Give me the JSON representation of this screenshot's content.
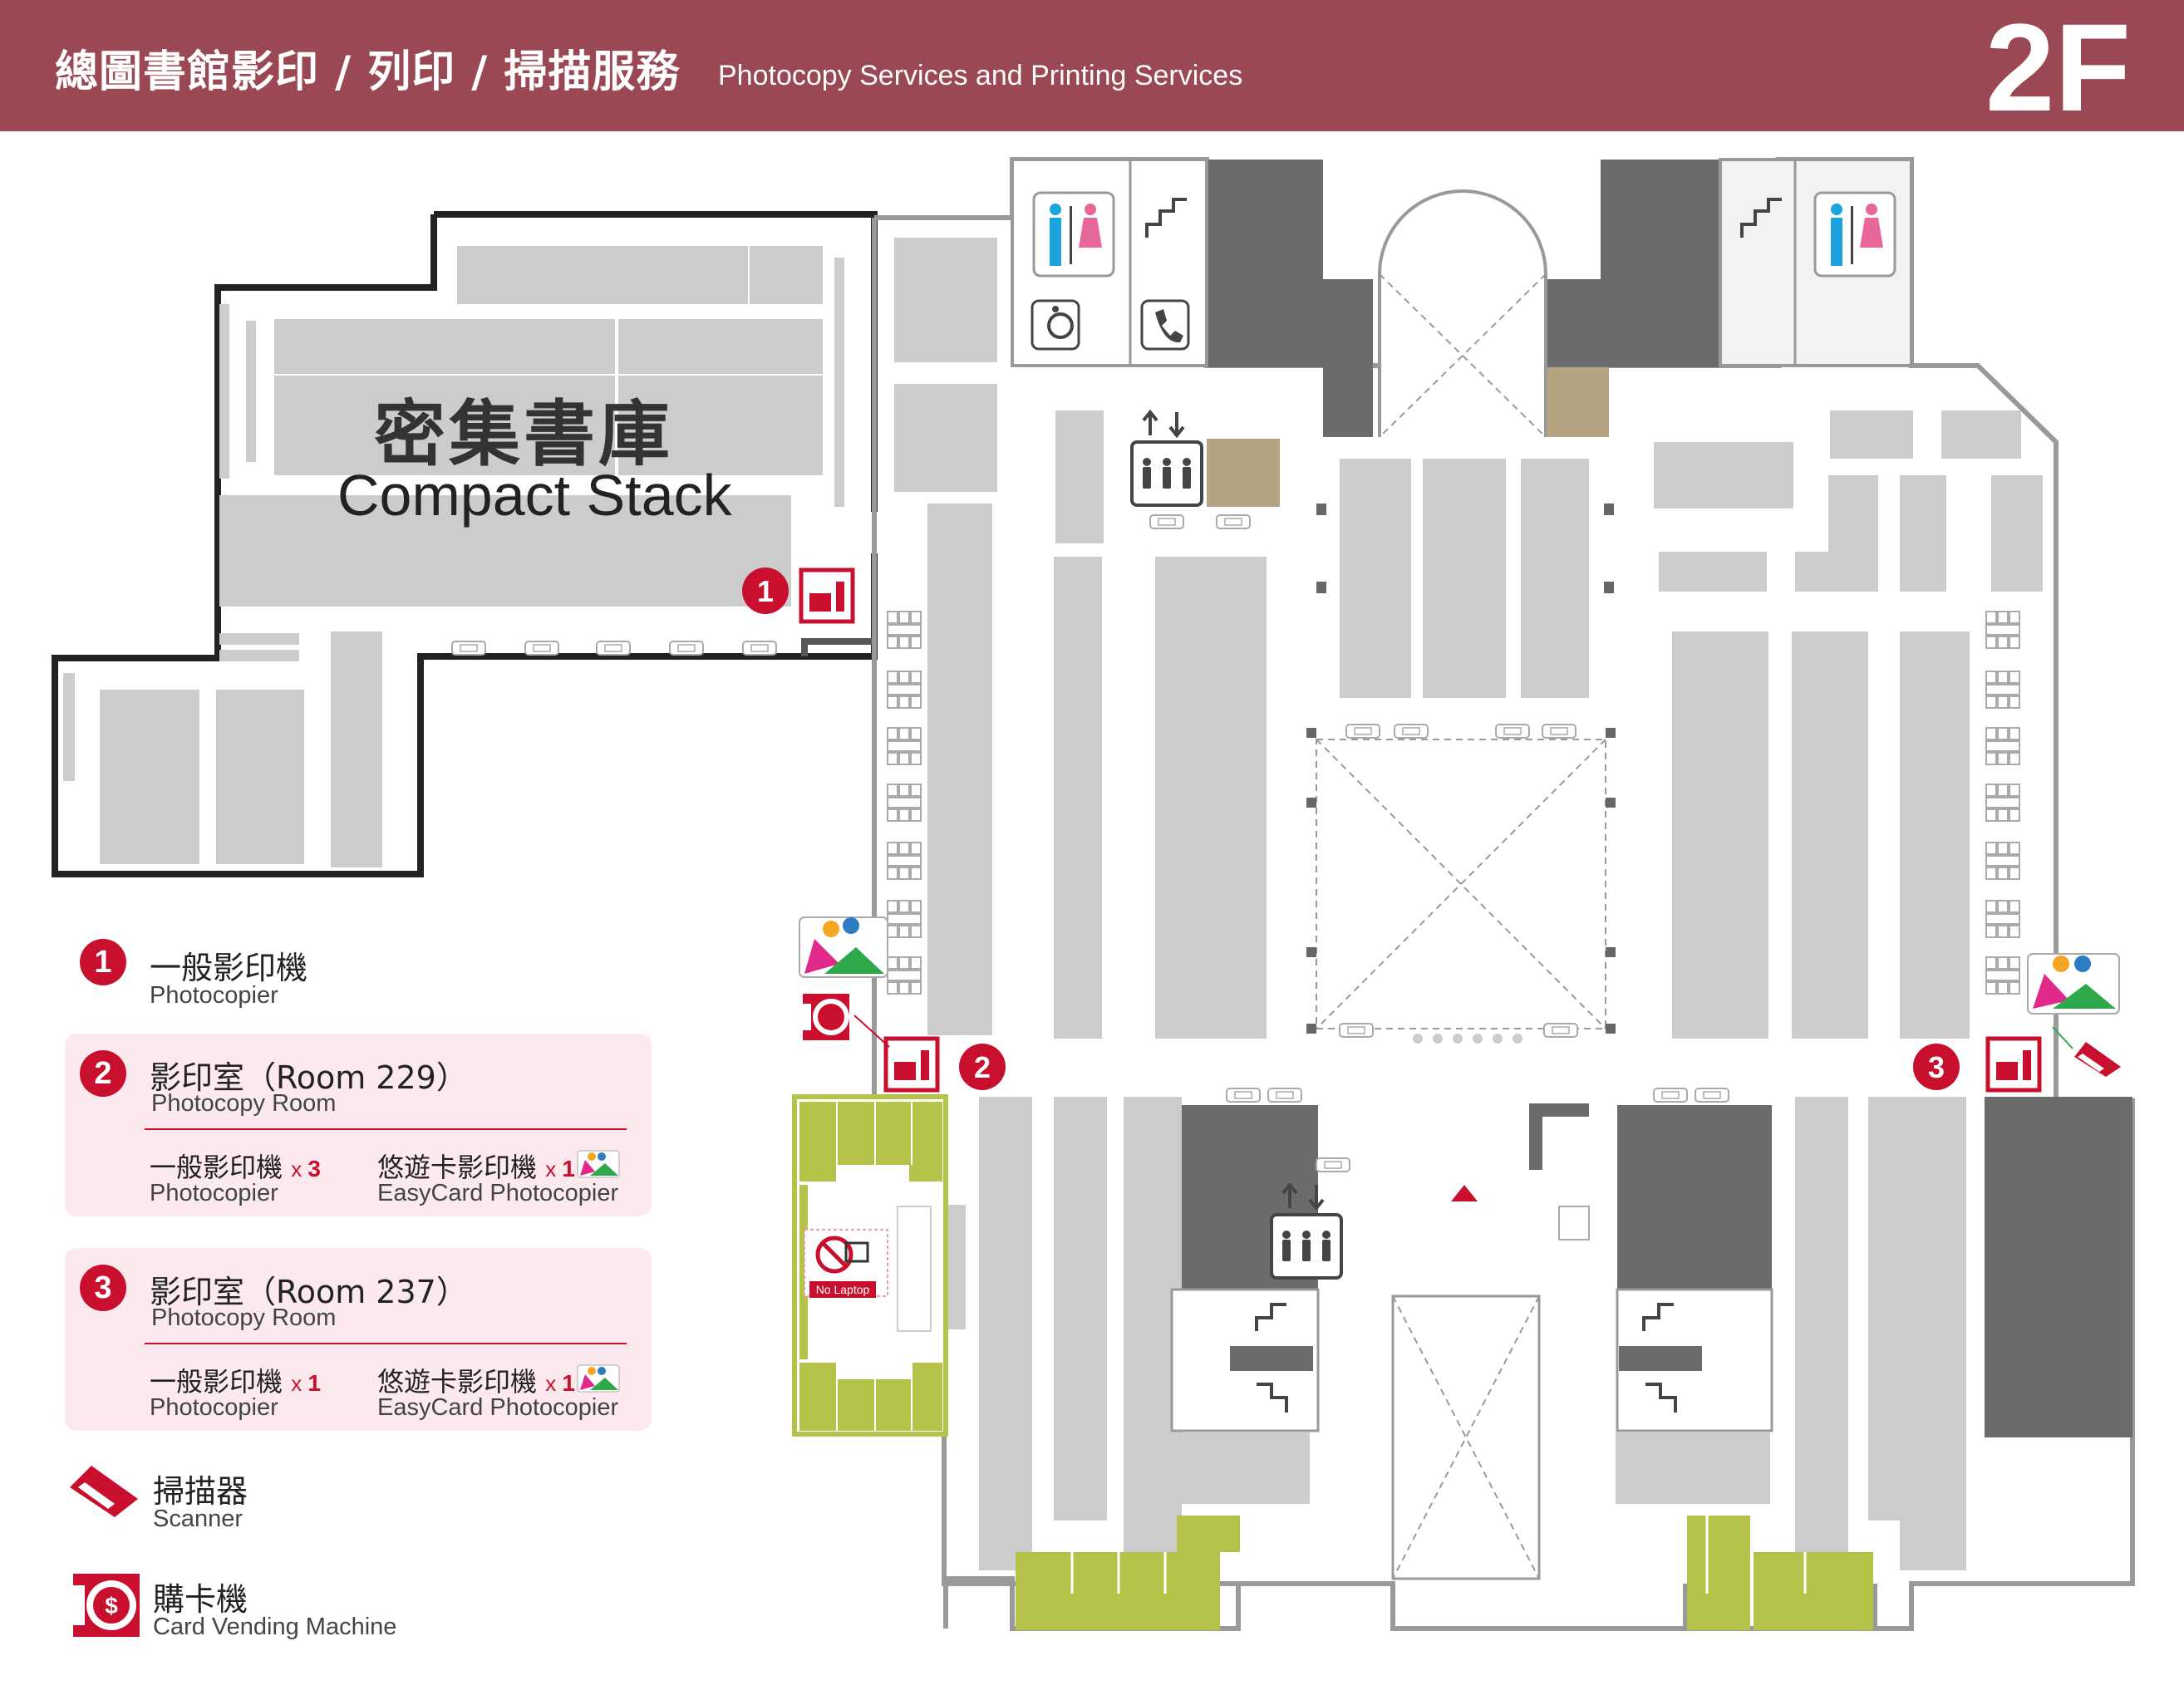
{
  "header": {
    "title_zh": "總圖書館影印 / 列印 / 掃描服務",
    "title_en": "Photocopy Services and Printing Services",
    "floor": "2F"
  },
  "map": {
    "compact_stack_zh": "密集書庫",
    "compact_stack_en": "Compact Stack",
    "no_laptop": "No Laptop",
    "markers": [
      "1",
      "2",
      "3"
    ]
  },
  "legend": {
    "photocopier": {
      "num": "1",
      "zh": "一般影印機",
      "en": "Photocopier"
    },
    "room229": {
      "num": "2",
      "zh": "影印室（Room 229）",
      "en": "Photocopy Room",
      "general_zh": "一般影印機",
      "general_en": "Photocopier",
      "general_x": "x",
      "general_count": "3",
      "easy_zh": "悠遊卡影印機",
      "easy_en": "EasyCard Photocopier",
      "easy_x": "x",
      "easy_count": "1"
    },
    "room237": {
      "num": "3",
      "zh": "影印室（Room 237）",
      "en": "Photocopy Room",
      "general_zh": "一般影印機",
      "general_en": "Photocopier",
      "general_x": "x",
      "general_count": "1",
      "easy_zh": "悠遊卡影印機",
      "easy_en": "EasyCard Photocopier",
      "easy_x": "x",
      "easy_count": "1"
    },
    "scanner": {
      "zh": "掃描器",
      "en": "Scanner"
    },
    "vending": {
      "zh": "購卡機",
      "en": "Card Vending Machine"
    }
  },
  "colors": {
    "header": "#9b4855",
    "accent": "#c8102e",
    "shelf": "#cccccc",
    "dark_block": "#6b6b6b",
    "green_seat": "#b5c34a",
    "tan": "#b5a381",
    "legend_box": "#fbe9ee"
  },
  "icons": [
    "toilet-icon",
    "stairs-icon",
    "accessible-icon",
    "phone-icon",
    "elevator-icon",
    "photocopier-icon",
    "scanner-icon",
    "card-vending-icon",
    "easycard-icon",
    "no-laptop-icon",
    "entrance-arrow-icon"
  ]
}
